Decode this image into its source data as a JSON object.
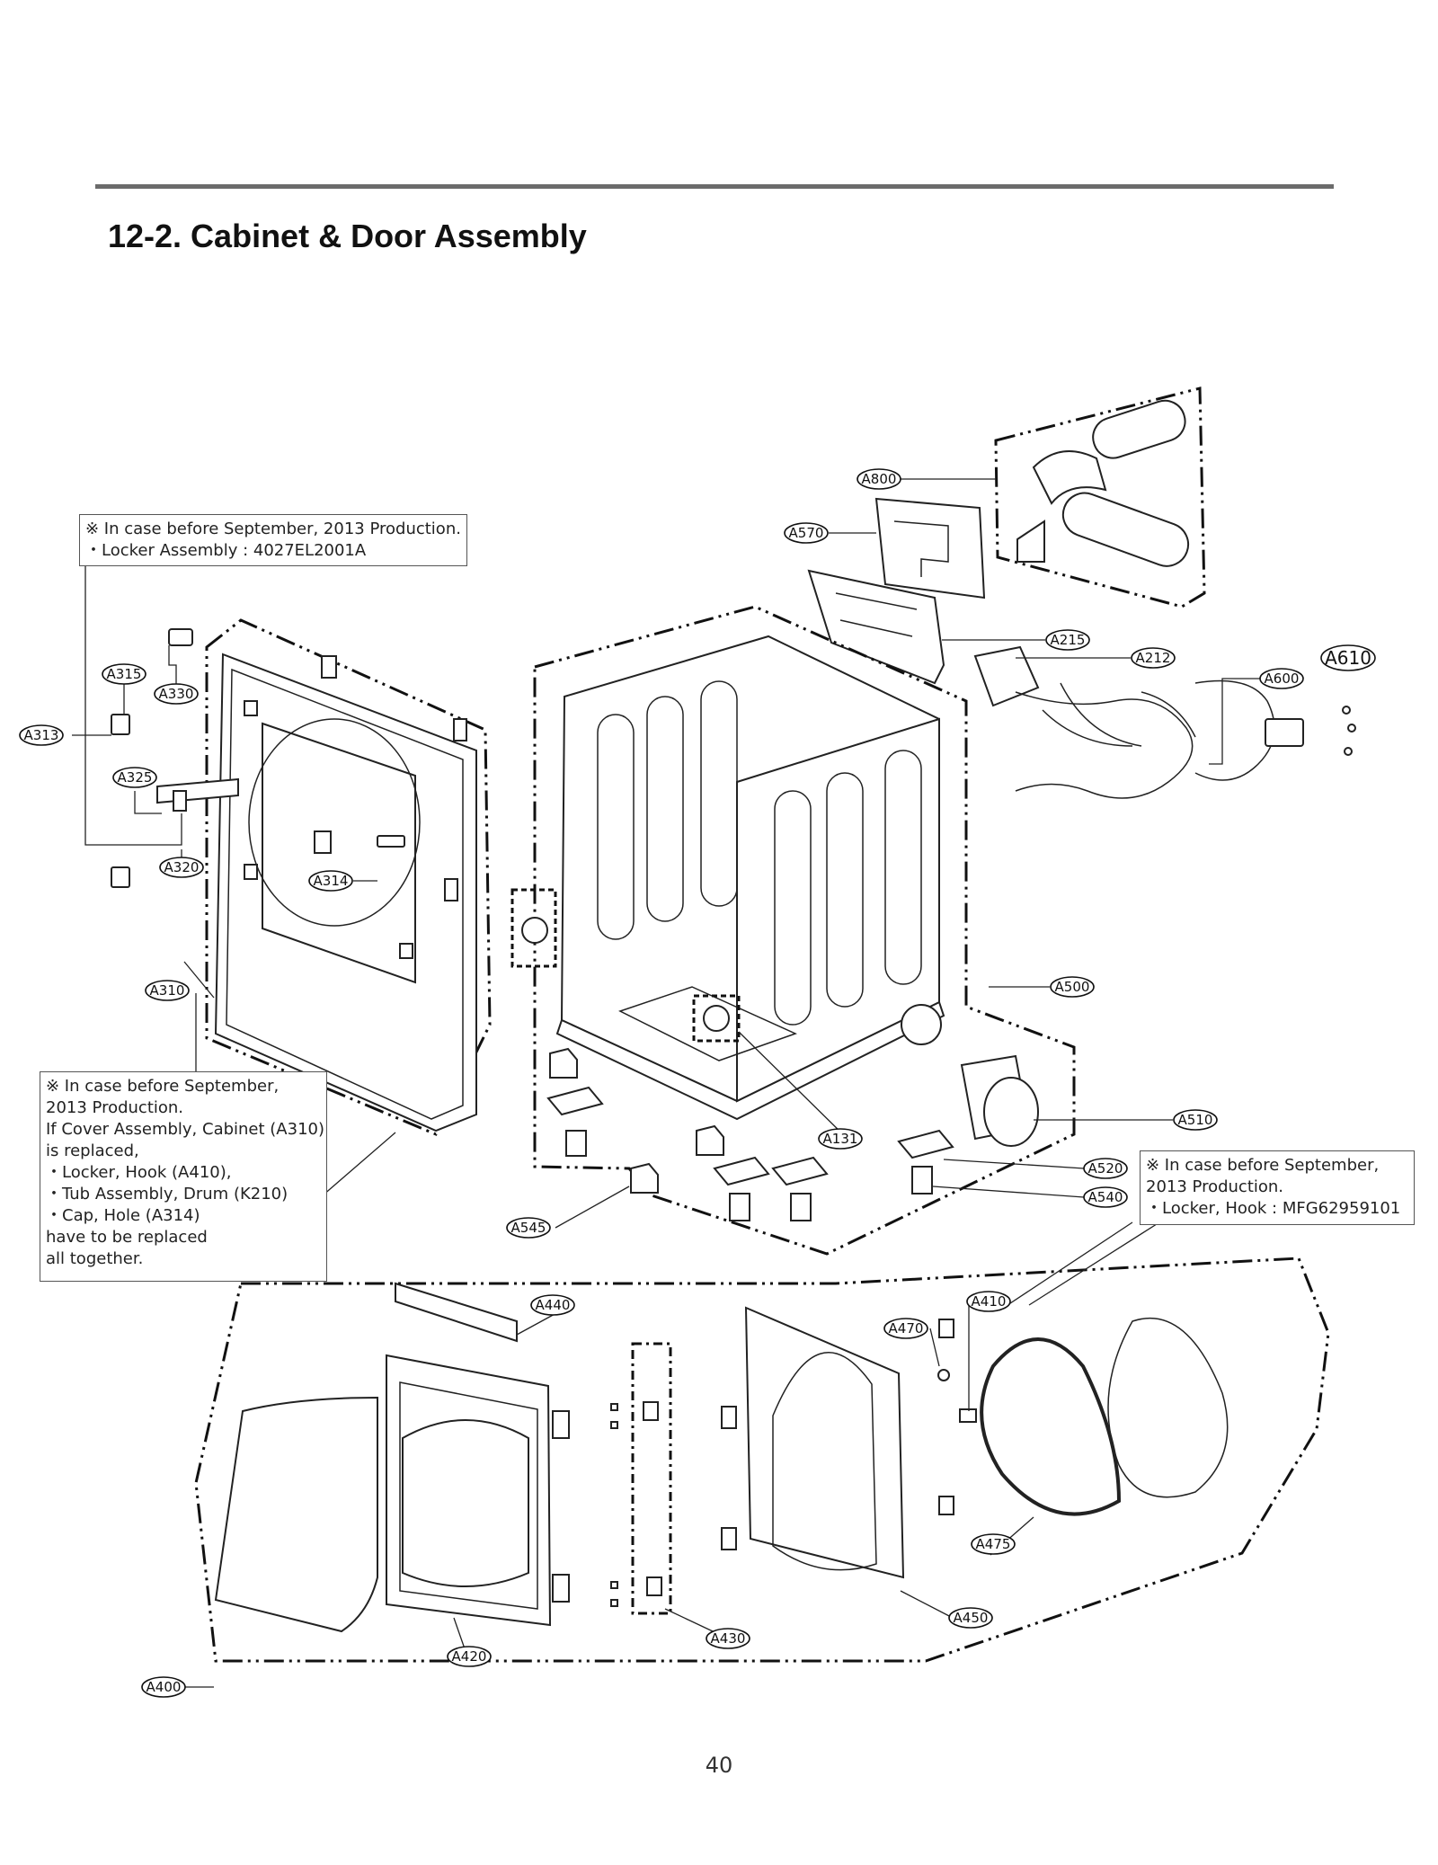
{
  "title": "12-2. Cabinet & Door Assembly",
  "page_number": "40",
  "notes": {
    "note1": [
      "※ In case before September, 2013 Production.",
      "・Locker Assembly : 4027EL2001A"
    ],
    "note2": [
      "※ In case before September,",
      "2013 Production.",
      "If Cover Assembly, Cabinet (A310)",
      "is replaced,",
      "・Locker, Hook (A410),",
      "・Tub Assembly, Drum (K210)",
      "・Cap, Hole (A314)",
      "have to be replaced",
      "all together."
    ],
    "note3": [
      "※ In case before September,",
      "2013 Production.",
      "・Locker, Hook : MFG62959101"
    ]
  },
  "part_labels": {
    "A800": "A800",
    "A570": "A570",
    "A215": "A215",
    "A212": "A212",
    "A610": "A610",
    "A600": "A600",
    "A315": "A315",
    "A330": "A330",
    "A313": "A313",
    "A325": "A325",
    "A320": "A320",
    "A314": "A314",
    "A310": "A310",
    "A500": "A500",
    "A510": "A510",
    "A131": "A131",
    "A520": "A520",
    "A540": "A540",
    "A545": "A545",
    "A440": "A440",
    "A410": "A410",
    "A470": "A470",
    "A475": "A475",
    "A450": "A450",
    "A430": "A430",
    "A420": "A420",
    "A400": "A400"
  }
}
